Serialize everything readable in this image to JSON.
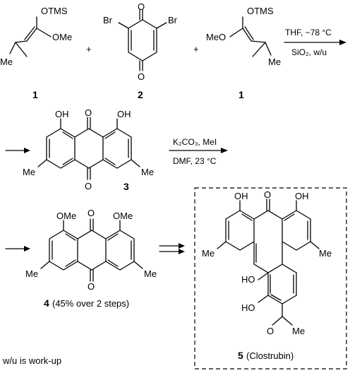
{
  "reagents": {
    "step1": {
      "conditions_top": "THF, −78 °C",
      "conditions_bottom": "SiO₂, w/u"
    },
    "step2": {
      "conditions_top": "K₂CO₃, MeI",
      "conditions_bottom": "DMF, 23 °C"
    }
  },
  "compounds": {
    "c1": {
      "number": "1",
      "tms": "OTMS",
      "ome": "OMe",
      "me": "Me"
    },
    "c1b": {
      "number": "1",
      "tms": "OTMS",
      "ome": "MeO",
      "me": "Me"
    },
    "c2": {
      "number": "2",
      "o_top": "O",
      "o_bottom": "O",
      "br_left": "Br",
      "br_right": "Br"
    },
    "c3": {
      "number": "3",
      "oh": "OH",
      "o": "O",
      "me": "Me"
    },
    "c4": {
      "number": "4",
      "yield": "(45% over 2 steps)",
      "ome": "OMe",
      "o": "O",
      "me": "Me"
    },
    "c5": {
      "number": "5",
      "name": "(Clostrubin)",
      "oh": "OH",
      "ho": "HO",
      "o": "O",
      "me": "Me"
    }
  },
  "operators": {
    "plus": "+"
  },
  "footnote": "w/u is work-up"
}
